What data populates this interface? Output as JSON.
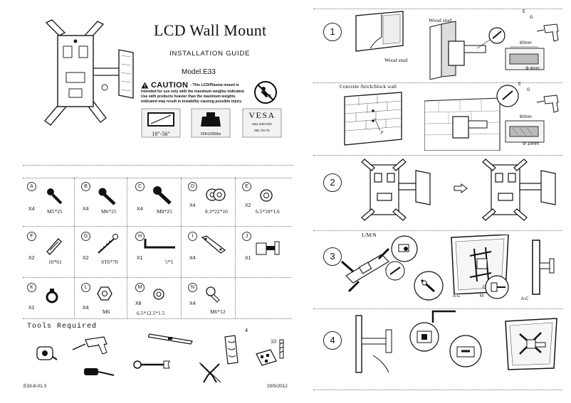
{
  "left_page": {
    "title": "LCD Wall Mount",
    "subtitle": "INSTALLATION GUIDE",
    "model": "Model.E33",
    "caution_heading": "CAUTION",
    "caution_lines": [
      "- This LCD/Plasma mount is",
      "intended for use only with the maximum weights indicated.",
      "Use with products heavier than the maximum weights",
      "indicated may result in instability causing possible injury."
    ],
    "spec_screen": "10\"-56\"",
    "spec_weight": "25KG/55lbs",
    "spec_vesa_title": "VESA",
    "spec_vesa_line1": "Max 400×400",
    "spec_vesa_line2": "Min 75×75",
    "warning_badge": "0-3",
    "parts": [
      {
        "letter": "A",
        "qty": "X4",
        "size": "M5*25"
      },
      {
        "letter": "B",
        "qty": "X4",
        "size": "M6*25"
      },
      {
        "letter": "C",
        "qty": "X4",
        "size": "M8*25"
      },
      {
        "letter": "D",
        "qty": "X4",
        "size": "8.3*22*10"
      },
      {
        "letter": "E",
        "qty": "X2",
        "size": "6.5*18*1.6"
      },
      {
        "letter": "F",
        "qty": "X2",
        "size": "10*61"
      },
      {
        "letter": "G",
        "qty": "X2",
        "size": "ST6*70"
      },
      {
        "letter": "H",
        "qty": "X1",
        "size": "5*5"
      },
      {
        "letter": "I",
        "qty": "X4",
        "size": ""
      },
      {
        "letter": "J",
        "qty": "X1",
        "size": ""
      },
      {
        "letter": "K",
        "qty": "X1",
        "size": ""
      },
      {
        "letter": "L",
        "qty": "X4",
        "size": "M6"
      },
      {
        "letter": "M",
        "qty": "X8",
        "size": "6.5*12.5*1.5"
      },
      {
        "letter": "N",
        "qty": "X4",
        "size": "M6*12"
      }
    ],
    "tools_title": "Tools Required",
    "tool_labels": [
      "4",
      "10"
    ],
    "footer_code": "E33-8-01.3",
    "footer_date": "20/5/2012"
  },
  "right_page": {
    "steps": [
      {
        "num": "1"
      },
      {
        "num": "2"
      },
      {
        "num": "3"
      },
      {
        "num": "4"
      }
    ],
    "step1": {
      "wood_stud_a": "Wood stud",
      "wood_stud_b": "Wood stud",
      "label_e": "E",
      "label_g": "G",
      "dim_60": "60mm",
      "dim_hole": "Φ 4mm"
    },
    "step1b": {
      "wall_label": "Concrete /brick/block wall",
      "label_f": "F",
      "label_e": "E",
      "label_g": "G",
      "dim_60": "60mm",
      "dim_hole": "Φ 10mm"
    },
    "step3": {
      "label_lmn": "L/M/N",
      "label_ac_left": "A-C",
      "label_d": "D",
      "label_m": "M",
      "label_ac_right": "A-C"
    }
  }
}
